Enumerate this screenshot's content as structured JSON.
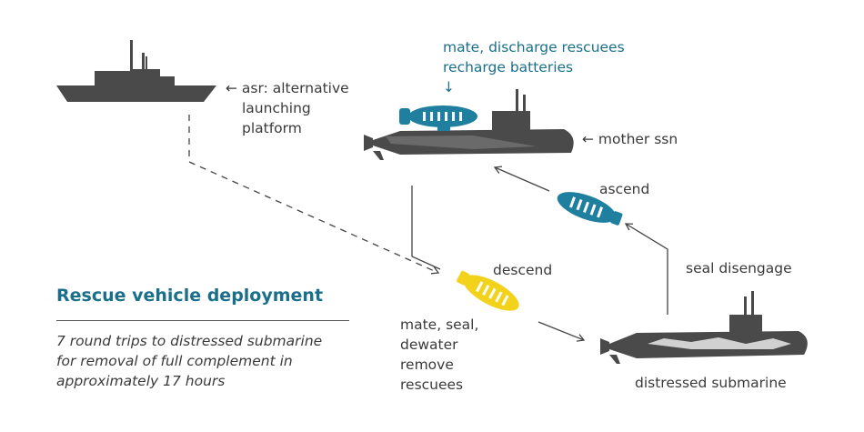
{
  "colors": {
    "vessel": "#4a4a4a",
    "rescue_vehicle_blue": "#1f7f9e",
    "rescue_vehicle_yellow": "#f2d21b",
    "text": "#3a3a3a",
    "accent": "#1a6f8a"
  },
  "labels": {
    "asr": [
      "← asr: alternative",
      "launching",
      "platform"
    ],
    "mate_discharge": [
      "mate, discharge rescuees",
      "recharge batteries",
      "↓"
    ],
    "mother_ssn": "← mother ssn",
    "ascend": "ascend",
    "descend": "descend",
    "seal_disengage": "seal disengage",
    "mate_seal": [
      "mate, seal,",
      "dewater",
      "remove",
      "rescuees"
    ],
    "distressed_submarine": "distressed submarine"
  },
  "panel": {
    "title": "Rescue vehicle deployment",
    "description": [
      "7 round trips to distressed submarine",
      "for removal of full complement in",
      "approximately 17 hours"
    ]
  }
}
